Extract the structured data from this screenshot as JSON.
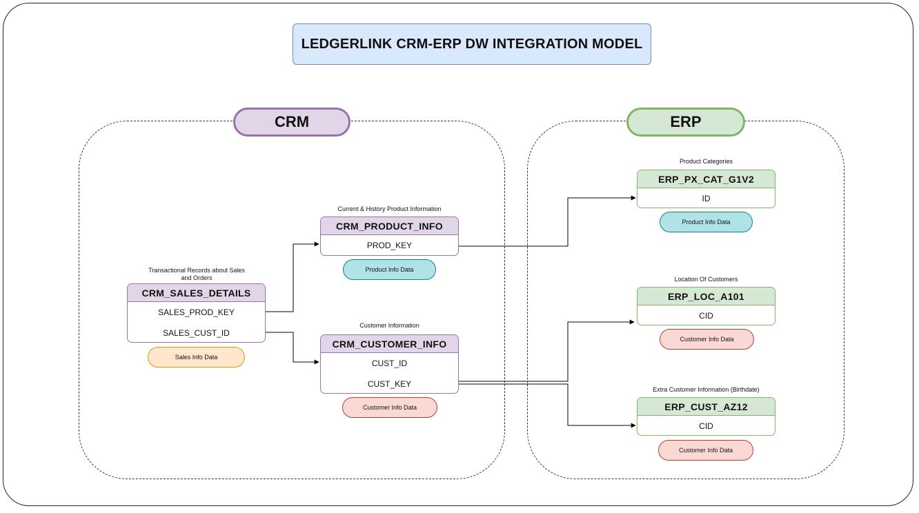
{
  "title": "LEDGERLINK CRM-ERP DW INTEGRATION MODEL",
  "groups": {
    "crm": {
      "label": "CRM",
      "fill": "#e1d5e7",
      "stroke": "#9673a6"
    },
    "erp": {
      "label": "ERP",
      "fill": "#d5e8d4",
      "stroke": "#82b366"
    }
  },
  "entities": {
    "sales_details": {
      "caption": "Transactional Records about Sales and Orders",
      "name": "CRM_SALES_DETAILS",
      "fields": [
        "SALES_PROD_KEY",
        "SALES_CUST_ID"
      ],
      "tag": "Sales Info Data"
    },
    "product_info": {
      "caption": "Current & History Product Information",
      "name": "CRM_PRODUCT_INFO",
      "fields": [
        "PROD_KEY"
      ],
      "tag": "Product Info Data"
    },
    "customer_info": {
      "caption": "Customer Information",
      "name": "CRM_CUSTOMER_INFO",
      "fields": [
        "CUST_ID",
        "CUST_KEY"
      ],
      "tag": "Customer Info Data"
    },
    "px_cat": {
      "caption": "Product Categories",
      "name": "ERP_PX_CAT_G1V2",
      "fields": [
        "ID"
      ],
      "tag": "Product Info Data"
    },
    "loc": {
      "caption": "Location Of Customers",
      "name": "ERP_LOC_A101",
      "fields": [
        "CID"
      ],
      "tag": "Customer Info Data"
    },
    "cust_az": {
      "caption": "Extra Customer Information (Birthdate)",
      "name": "ERP_CUST_AZ12",
      "fields": [
        "CID"
      ],
      "tag": "Customer Info Data"
    }
  }
}
